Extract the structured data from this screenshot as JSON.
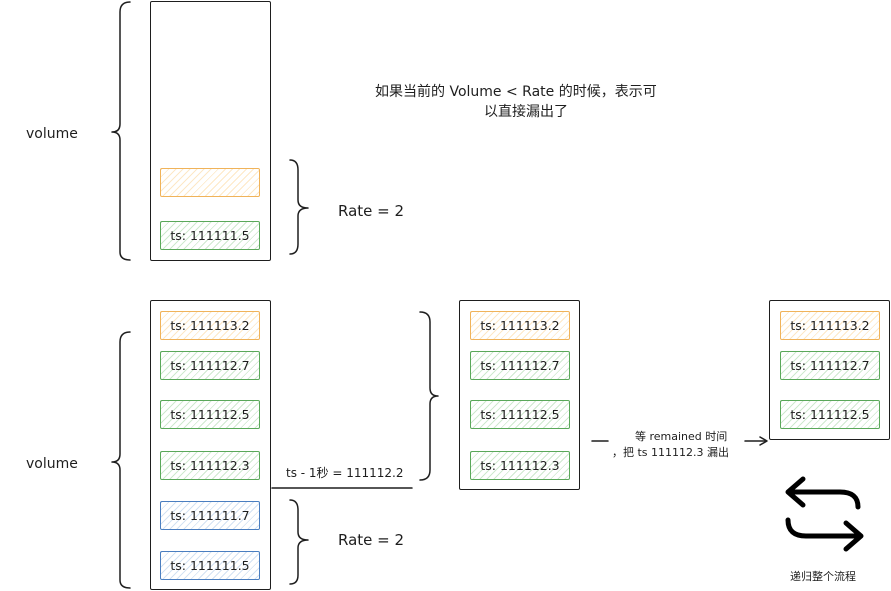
{
  "top": {
    "volume_label": "volume",
    "rate_label": "Rate = 2",
    "note_line1": "如果当前的 Volume < Rate 的时候，表示可",
    "note_line2": "以直接漏出了",
    "items": [
      {
        "text": "",
        "color": "orange"
      },
      {
        "text": "ts: 111111.5",
        "color": "green"
      }
    ]
  },
  "bottom": {
    "volume_label": "volume",
    "rate_label": "Rate = 2",
    "ts_expr": "ts - 1秒 = 111112.2",
    "items": [
      {
        "text": "ts: 111113.2",
        "color": "orange"
      },
      {
        "text": "ts: 111112.7",
        "color": "green"
      },
      {
        "text": "ts: 111112.5",
        "color": "green"
      },
      {
        "text": "ts: 111112.3",
        "color": "green"
      },
      {
        "text": "ts: 111111.7",
        "color": "blue"
      },
      {
        "text": "ts: 111111.5",
        "color": "blue"
      }
    ],
    "middle_items": [
      {
        "text": "ts: 111113.2",
        "color": "orange"
      },
      {
        "text": "ts: 111112.7",
        "color": "green"
      },
      {
        "text": "ts: 111112.5",
        "color": "green"
      },
      {
        "text": "ts: 111112.3",
        "color": "green"
      }
    ],
    "arrow_line1": "等 remained 时间",
    "arrow_line2": "，把 ts 111112.3 漏出",
    "right_items": [
      {
        "text": "ts: 111113.2",
        "color": "orange"
      },
      {
        "text": "ts: 111112.7",
        "color": "green"
      },
      {
        "text": "ts: 111112.5",
        "color": "green"
      }
    ],
    "recursion_label": "递归整个流程"
  },
  "colors": {
    "orange": "#f0b35a",
    "green": "#5aa85a",
    "blue": "#4a7ec0",
    "stroke": "#1e1e1e"
  }
}
